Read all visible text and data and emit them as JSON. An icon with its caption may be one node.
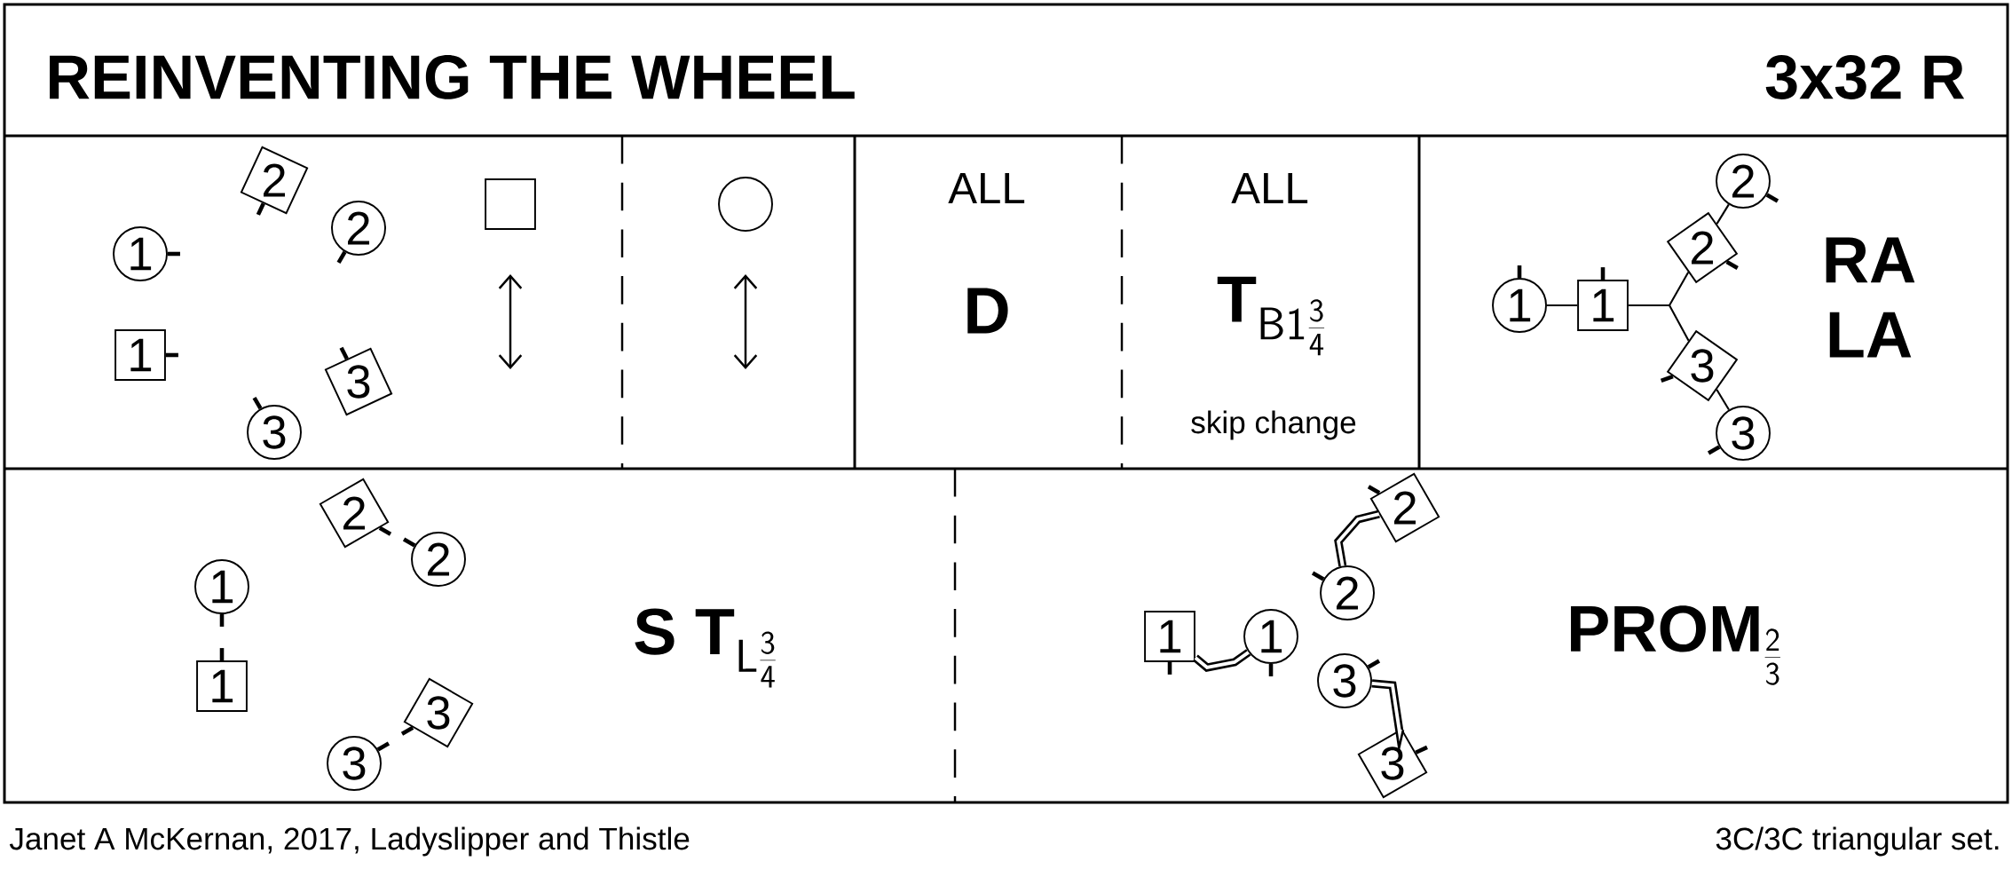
{
  "diagram": {
    "title": "REINVENTING THE WHEEL",
    "nodes": [
      {
        "text": [
          "1"
        ]
      },
      {
        "text": [
          "1"
        ]
      },
      {
        "text": [
          "2"
        ]
      },
      {
        "text": [
          "2"
        ]
      },
      {
        "text": [
          "3"
        ]
      },
      {
        "text": [
          "3"
        ]
      },
      {
        "text": [],
        "shape": "box"
      },
      {
        "text": [],
        "shape": "circle"
      },
      {
        "text": [
          "1"
        ]
      },
      {
        "text": [
          "1"
        ]
      },
      {
        "text": [
          "2"
        ]
      },
      {
        "text": [
          "2"
        ]
      },
      {
        "text": [
          "3"
        ]
      },
      {
        "text": [
          "3"
        ]
      },
      {
        "text": [
          "1"
        ]
      },
      {
        "text": [
          "1"
        ]
      },
      {
        "text": [
          "2"
        ]
      },
      {
        "text": [
          "2"
        ]
      },
      {
        "text": [
          "3"
        ]
      },
      {
        "text": [
          "3"
        ]
      },
      {
        "text": [
          "1"
        ]
      },
      {
        "text": [
          "1"
        ]
      },
      {
        "text": [
          "2"
        ]
      },
      {
        "text": [
          "2"
        ]
      },
      {
        "text": [
          "3"
        ]
      },
      {
        "text": [
          "3"
        ]
      }
    ],
    "edges": [
      {
        "from": 8,
        "to": 9,
        "arrow": "none"
      },
      {
        "from": 9,
        "to": 10,
        "arrow": "none"
      },
      {
        "from": 9,
        "to": 12,
        "arrow": "none"
      },
      {
        "from": 10,
        "to": 11,
        "arrow": "none"
      },
      {
        "from": 12,
        "to": 13,
        "arrow": "none"
      },
      {
        "from": 20,
        "to": 21,
        "arrow": "none",
        "style": "thick"
      },
      {
        "from": 22,
        "to": 23,
        "arrow": "none",
        "style": "thick"
      },
      {
        "from": 24,
        "to": 25,
        "arrow": "none",
        "style": "thick"
      }
    ],
    "labels": [
      "3x32 R",
      "ALL",
      "D",
      "ALL",
      "\\mathbf{T}_{\\mathsf{B1}\\frac{\\mathsf{3}}{\\mathsf{4}}}",
      "skip change",
      "RA LA",
      "\\mathbf{S\\ T}_{\\mathsf{L}\\frac{\\mathsf{3}}{\\mathsf{4}}}",
      "\\mathbf{PROM}_{\\frac{\\mathsf{2}}{\\mathsf{3}}}",
      "Janet A McKernan, 2017, Ladyslipper and Thistle",
      "3C/3C  triangular set."
    ]
  }
}
